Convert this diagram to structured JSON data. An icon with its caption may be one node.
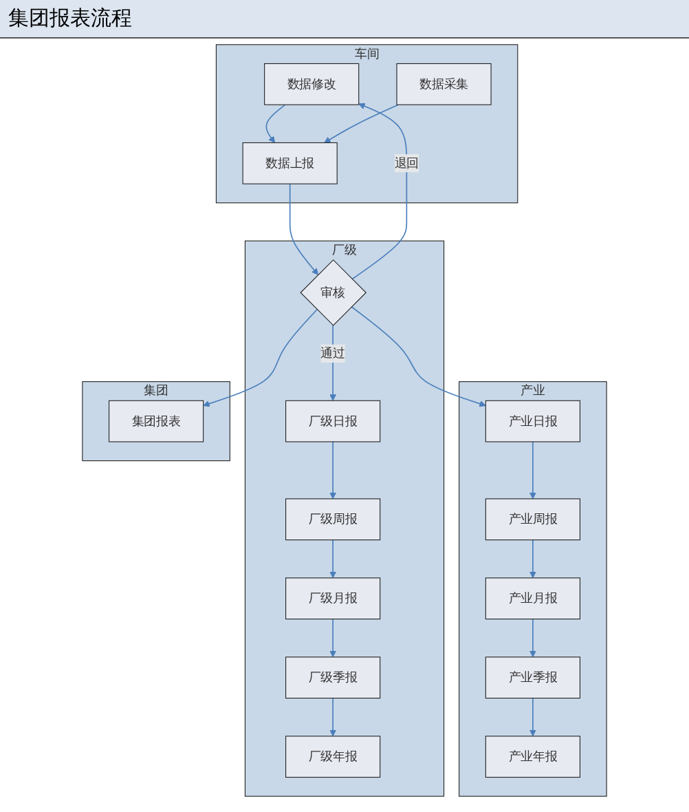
{
  "diagram": {
    "title": "集团报表流程",
    "nodes": [
      {
        "text": [
          "车间"
        ]
      },
      {
        "text": [
          "数据修改"
        ],
        "in": 0
      },
      {
        "text": [
          "数据上报"
        ],
        "in": 0
      },
      {
        "text": [
          "数据采集"
        ],
        "in": 0
      },
      {
        "text": [
          "厂级"
        ]
      },
      {
        "text": [
          "审核"
        ],
        "in": 4
      },
      {
        "text": [
          "厂级日报"
        ],
        "in": 4
      },
      {
        "text": [
          "厂级周报"
        ],
        "in": 4
      },
      {
        "text": [
          "厂级月报"
        ],
        "in": 4
      },
      {
        "text": [
          "厂级季报"
        ],
        "in": 4
      },
      {
        "text": [
          "厂级年报"
        ],
        "in": 4
      },
      {
        "text": [
          "产业"
        ]
      },
      {
        "text": [
          "产业日报"
        ],
        "in": 11
      },
      {
        "text": [
          "产业周报"
        ],
        "in": 11
      },
      {
        "text": [
          "产业月报"
        ],
        "in": 11
      },
      {
        "text": [
          "产业季报"
        ],
        "in": 11
      },
      {
        "text": [
          "产业年报"
        ],
        "in": 11
      },
      {
        "text": [
          "集团"
        ]
      },
      {
        "text": [
          "集团报表"
        ],
        "in": 17
      }
    ],
    "edges": [
      {
        "from": 1,
        "to": 2,
        "arrow": "to"
      },
      {
        "from": 3,
        "to": 2,
        "arrow": "to"
      },
      {
        "from": 2,
        "to": 5,
        "arrow": "to"
      },
      {
        "from": 5,
        "to": 1,
        "arrow": "to",
        "label": "退回"
      },
      {
        "from": 5,
        "to": 6,
        "arrow": "to",
        "label": "通过"
      },
      {
        "from": 5,
        "to": 12,
        "arrow": "to"
      },
      {
        "from": 5,
        "to": 18,
        "arrow": "to"
      },
      {
        "from": 6,
        "to": 7,
        "arrow": "to"
      },
      {
        "from": 7,
        "to": 8,
        "arrow": "to"
      },
      {
        "from": 8,
        "to": 9,
        "arrow": "to"
      },
      {
        "from": 9,
        "to": 10,
        "arrow": "to"
      },
      {
        "from": 12,
        "to": 13,
        "arrow": "to"
      },
      {
        "from": 13,
        "to": 14,
        "arrow": "to"
      },
      {
        "from": 14,
        "to": 15,
        "arrow": "to"
      },
      {
        "from": 15,
        "to": 16,
        "arrow": "to"
      }
    ]
  }
}
